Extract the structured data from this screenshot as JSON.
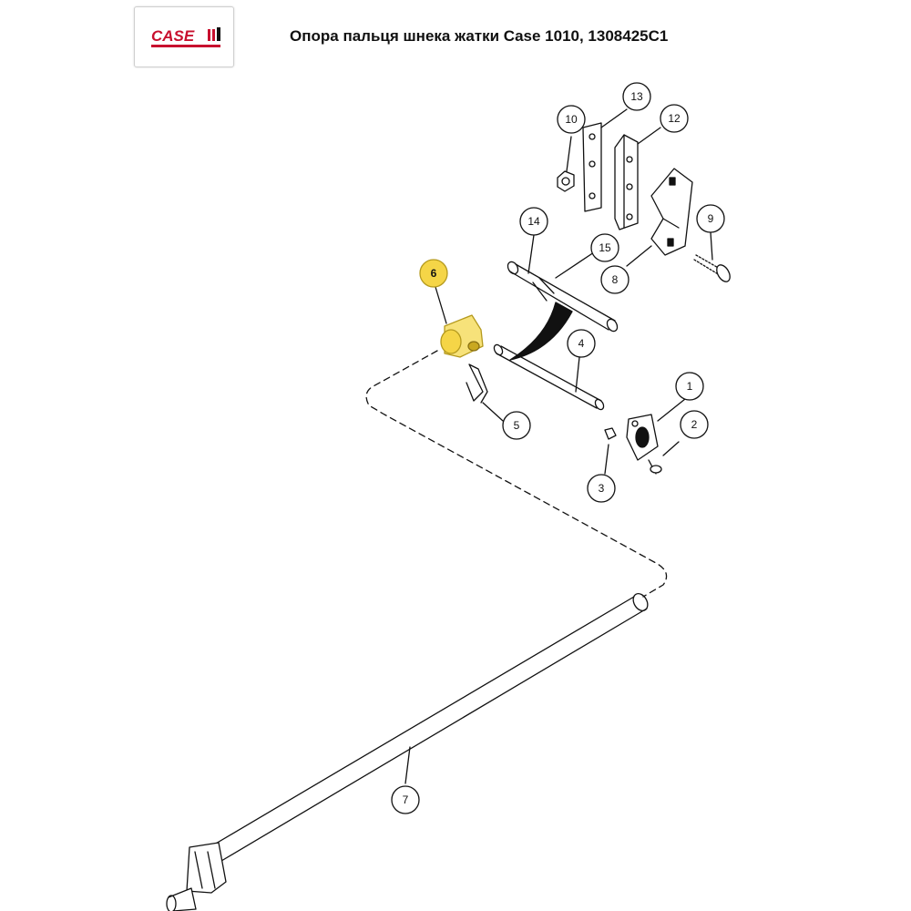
{
  "header": {
    "brand": "CASE",
    "title": "Опора пальця шнека жатки Case 1010, 1308425C1"
  },
  "colors": {
    "brand_red": "#c8102e",
    "highlight": "#f5d547",
    "highlight_fill": "#f7e27a",
    "line": "#111111"
  },
  "callouts": [
    {
      "id": "c1",
      "label": "1"
    },
    {
      "id": "c2",
      "label": "2"
    },
    {
      "id": "c3",
      "label": "3"
    },
    {
      "id": "c4",
      "label": "4"
    },
    {
      "id": "c5",
      "label": "5"
    },
    {
      "id": "c6",
      "label": "6",
      "highlighted": true
    },
    {
      "id": "c7",
      "label": "7"
    },
    {
      "id": "c8",
      "label": "8"
    },
    {
      "id": "c9",
      "label": "9"
    },
    {
      "id": "c10",
      "label": "10"
    },
    {
      "id": "c11",
      "label": "12"
    },
    {
      "id": "c12",
      "label": "13"
    },
    {
      "id": "c13",
      "label": "14"
    },
    {
      "id": "c14",
      "label": "15"
    }
  ]
}
